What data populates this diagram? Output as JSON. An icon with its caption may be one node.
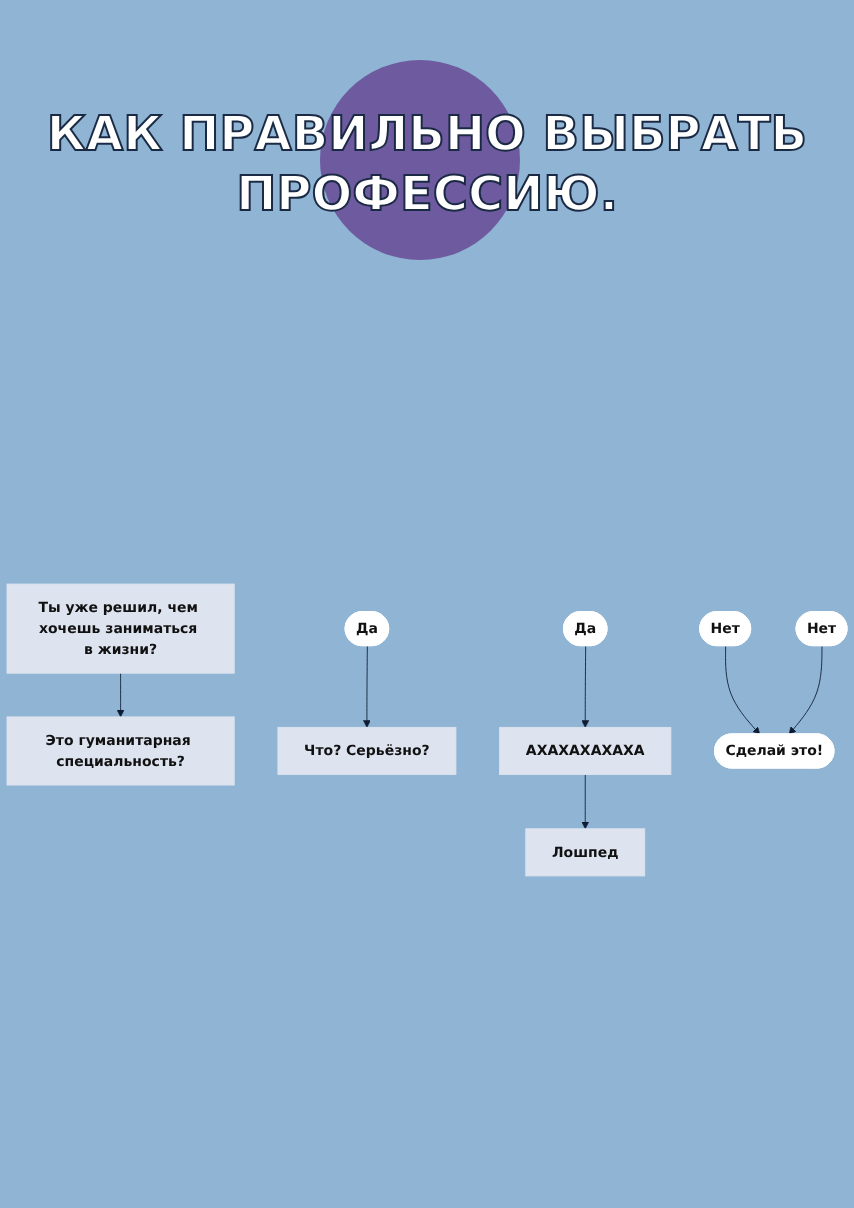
{
  "diagram": {
    "title": "КАК ПРАВИЛЬНО ВЫБРАТЬ ПРОФЕССИЮ.",
    "nodes": [
      {
        "text": [
          "Ты уже решил, чем хочешь заниматься в жизни?"
        ]
      },
      {
        "text": [
          "Это гуманитарная специальность?"
        ]
      },
      {
        "text": [
          "Нет"
        ]
      },
      {
        "text": [
          "Да"
        ]
      },
      {
        "text": [
          "Что? Серьёзно?"
        ]
      },
      {
        "text": [
          "Нет"
        ]
      },
      {
        "text": [
          "Да"
        ]
      },
      {
        "text": [
          "АХАХАХАХАХА"
        ]
      },
      {
        "text": [
          "Лошпед"
        ]
      },
      {
        "text": [
          "Сделай это!"
        ]
      }
    ],
    "edges": [
      {
        "from": 0,
        "to": 1,
        "arrow": "to"
      },
      {
        "from": 3,
        "to": 4,
        "arrow": "to"
      },
      {
        "from": 2,
        "to": 9,
        "arrow": "to"
      },
      {
        "from": 5,
        "to": 9,
        "arrow": "to"
      },
      {
        "from": 6,
        "to": 7,
        "arrow": "to"
      },
      {
        "from": 7,
        "to": 8,
        "arrow": "to"
      }
    ]
  }
}
